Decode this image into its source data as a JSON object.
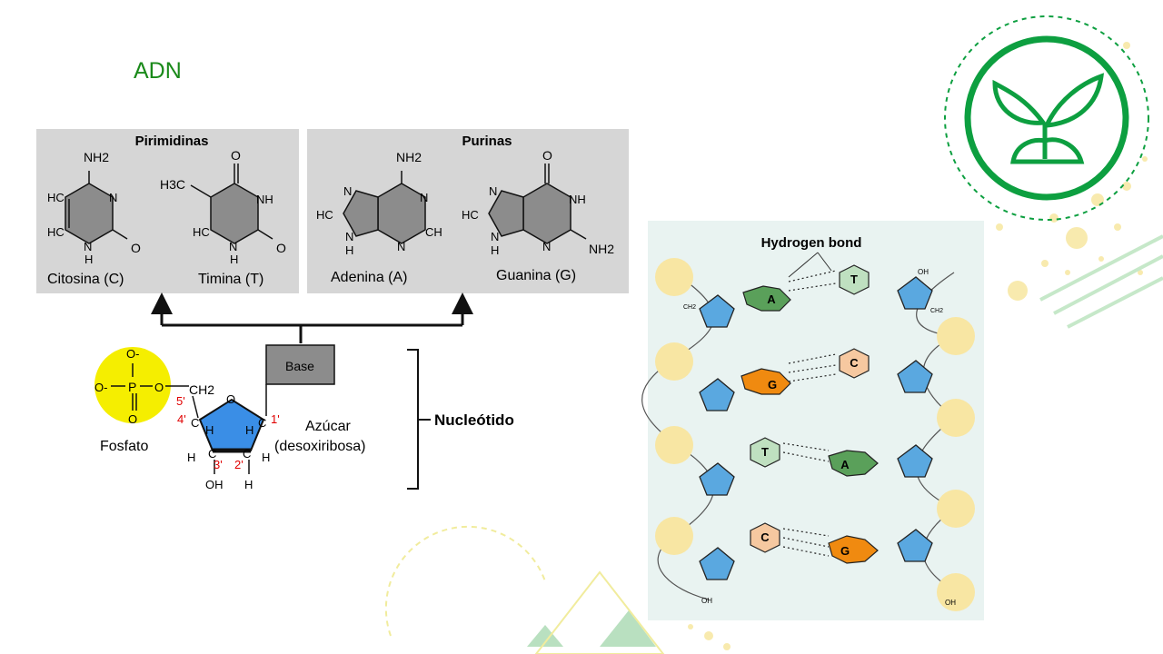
{
  "slide": {
    "title": "ADN"
  },
  "panels": {
    "pyrimidines": {
      "title": "Pirimidinas",
      "cytosine": {
        "name": "Citosina (C)"
      },
      "thymine": {
        "name": "Timina (T)"
      }
    },
    "purines": {
      "title": "Purinas",
      "adenine": {
        "name": "Adenina (A)"
      },
      "guanine": {
        "name": "Guanina (G)"
      }
    }
  },
  "atoms": {
    "nh2": "NH2",
    "n": "N",
    "nh": "NH",
    "hc": "HC",
    "h": "H",
    "o": "O",
    "h3c": "H3C",
    "ch": "CH",
    "c": "C",
    "oh": "OH",
    "ch2": "CH2",
    "p": "P",
    "o_minus": "O-"
  },
  "nucleotide": {
    "base_label": "Base",
    "phosphate_label": "Fosfato",
    "sugar_label_1": "Azúcar",
    "sugar_label_2": "(desoxiribosa)",
    "bracket_label": "Nucleótido",
    "carbon_numbers": [
      "5'",
      "4'",
      "3'",
      "2'",
      "1'"
    ]
  },
  "helix": {
    "title": "Hydrogen bond",
    "pairs": [
      {
        "left": "A",
        "right": "T"
      },
      {
        "left": "G",
        "right": "C"
      },
      {
        "left": "T",
        "right": "A"
      },
      {
        "left": "C",
        "right": "G"
      }
    ],
    "oh": "OH",
    "ch2": "CH2"
  },
  "colors": {
    "accent_green": "#1a8a1a",
    "logo_green": "#0d9f40",
    "phosphate_yellow": "#f5ee00",
    "sugar_blue": "#3a8ee6",
    "adenine_green": "#5aa05a",
    "thymine_pale": "#bfe0c0",
    "guanine_orange": "#f08a10",
    "cytosine_peach": "#f6c8a0"
  },
  "icons": {
    "logo": "plant-sprout-icon"
  }
}
